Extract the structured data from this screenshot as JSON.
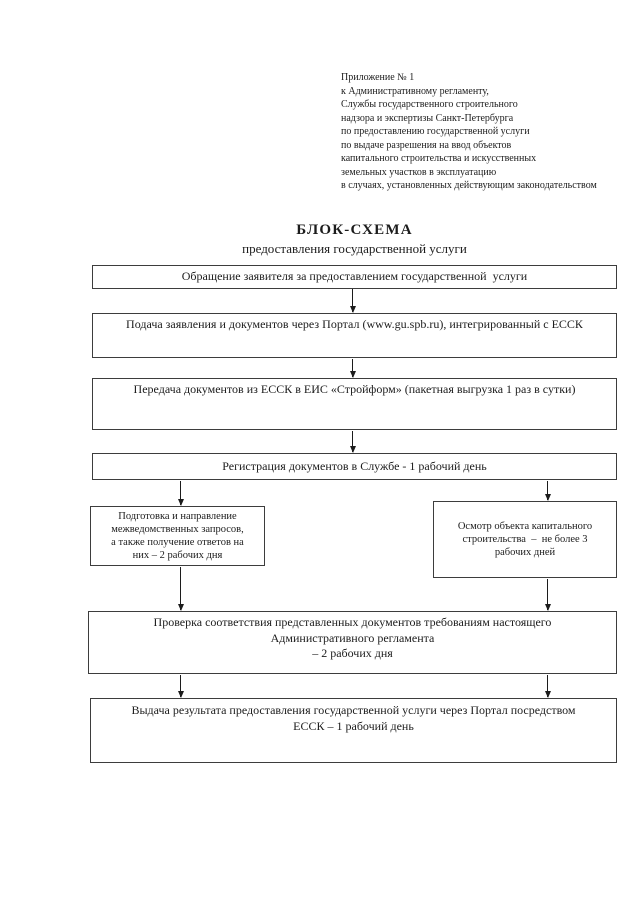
{
  "colors": {
    "background": "#ffffff",
    "ink": "#1c1c1c",
    "box_border": "#3d3d3d"
  },
  "document": {
    "appendix": {
      "lines": [
        "Приложение № 1",
        "к Административному регламенту,",
        "Службы государственного строительного",
        "надзора и экспертизы Санкт-Петербурга",
        "по предоставлению государственной услуги",
        "по выдаче разрешения на ввод объектов",
        "капитального строительства и искусственных",
        "земельных участков в эксплуатацию",
        "в случаях, установленных действующим законодательством"
      ]
    },
    "title": "БЛОК-СХЕМА",
    "subtitle": "предоставления государственной услуги"
  },
  "flowchart": {
    "step1": {
      "text": "Обращение заявителя за предоставлением государственной  услуги"
    },
    "step2": {
      "text": "Подача заявления и документов через Портал (www.gu.spb.ru), интегрированный с ЕССК"
    },
    "step3": {
      "text": "Передача документов из ЕССК в ЕИС «Стройформ» (пакетная выгрузка 1 раз в сутки)"
    },
    "step4": {
      "text": "Регистрация документов в Службе - 1 рабочий день"
    },
    "step5_left": {
      "lines": [
        "Подготовка и направление",
        "межведомственных запросов,",
        "а также получение ответов на",
        "них – 2 рабочих дня"
      ]
    },
    "step5_right": {
      "lines": [
        "Осмотр объекта капитального",
        "строительства  –  не более 3",
        "рабочих дней"
      ]
    },
    "step6": {
      "lines": [
        "Проверка соответствия представленных документов требованиям настоящего",
        "Административного регламента",
        "– 2 рабочих дня"
      ]
    },
    "step7": {
      "lines": [
        "Выдача результата предоставления государственной услуги через Портал посредством",
        "ЕССК – 1 рабочий день"
      ]
    }
  }
}
